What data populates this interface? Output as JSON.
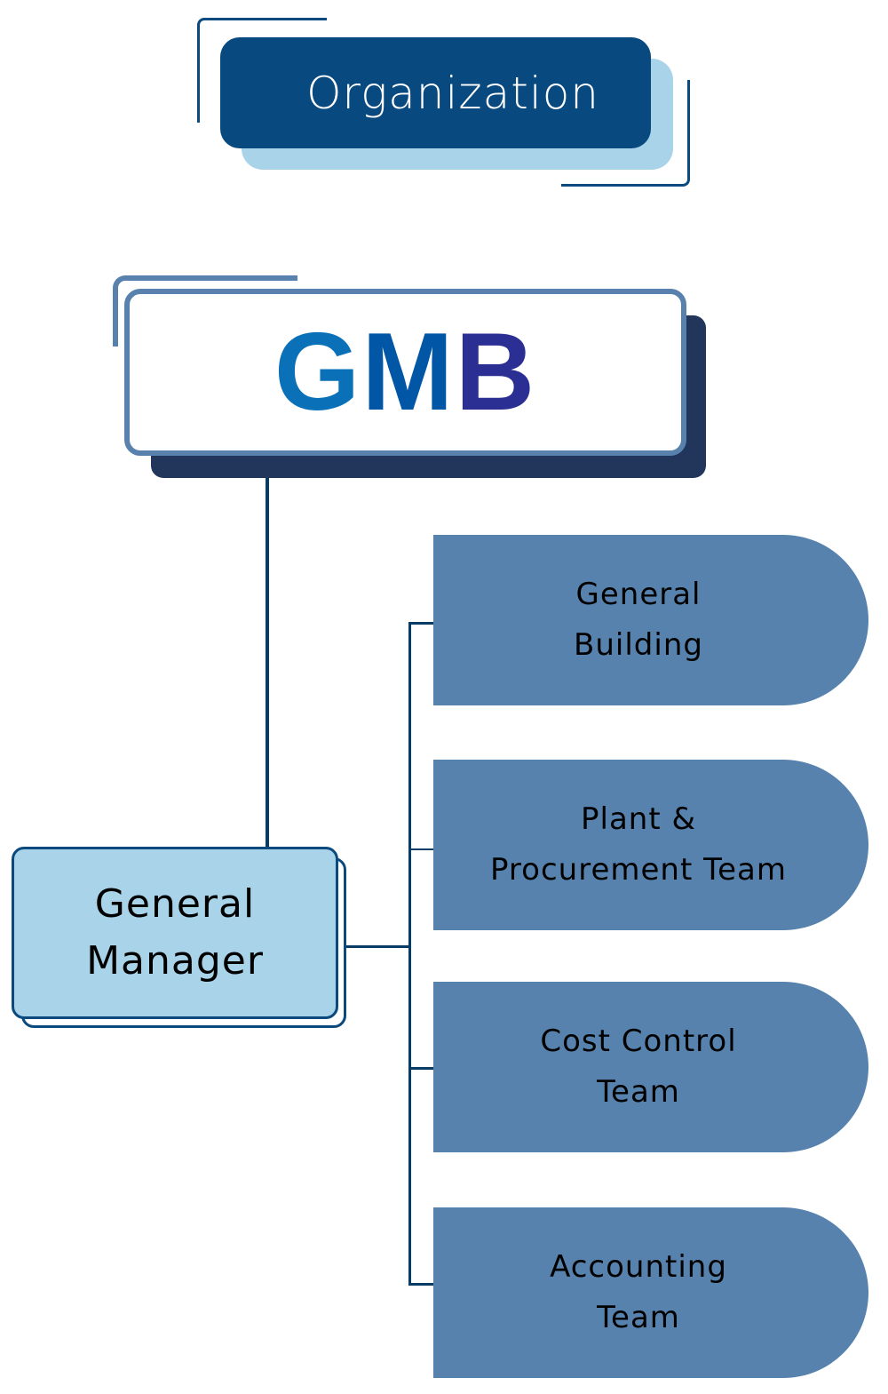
{
  "title": {
    "label": "Organization",
    "colors": {
      "box": "#08497f",
      "shadow": "#a8d3e8",
      "text": "#ffffff"
    }
  },
  "logo": {
    "letters": [
      "G",
      "M",
      "B"
    ],
    "letter_colors": [
      "#0a71b8",
      "#0157a6",
      "#2b2f93"
    ],
    "colors": {
      "border": "#5882ad",
      "shadow": "#22355a"
    }
  },
  "general_manager": {
    "lines": [
      "General",
      "Manager"
    ],
    "colors": {
      "fill": "#a8d3e8",
      "border": "#0b4a7e"
    }
  },
  "teams": [
    {
      "lines": [
        "General",
        "Building"
      ]
    },
    {
      "lines": [
        "Plant &",
        "Procurement Team"
      ]
    },
    {
      "lines": [
        "Cost Control",
        "Team"
      ]
    },
    {
      "lines": [
        "Accounting",
        "Team"
      ]
    }
  ],
  "team_color": "#5782ad",
  "connector_color": "#073c66"
}
